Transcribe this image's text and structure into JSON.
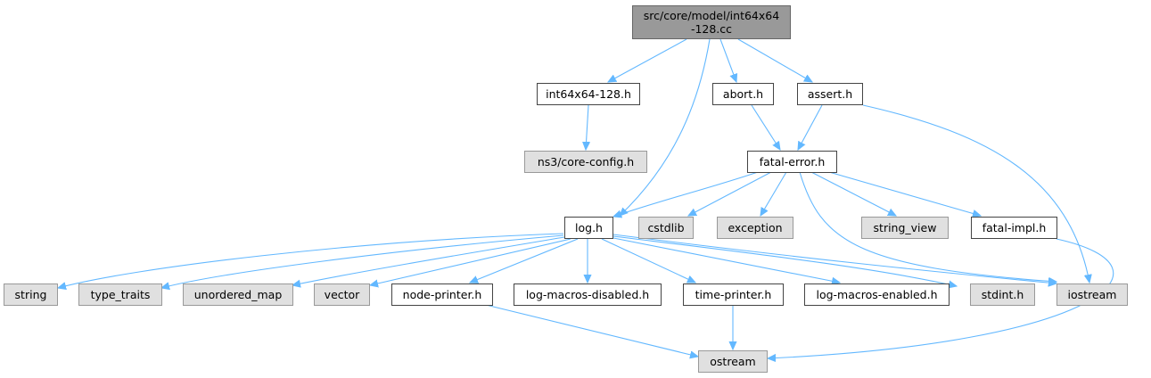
{
  "graph": {
    "root": "src/core/model/int64x64\n-128.cc",
    "nodes": {
      "root": "src/core/model/int64x64\n-128.cc",
      "int64x64_128_h": "int64x64-128.h",
      "abort_h": "abort.h",
      "assert_h": "assert.h",
      "ns3_core_config_h": "ns3/core-config.h",
      "fatal_error_h": "fatal-error.h",
      "log_h": "log.h",
      "cstdlib": "cstdlib",
      "exception": "exception",
      "string_view": "string_view",
      "fatal_impl_h": "fatal-impl.h",
      "string": "string",
      "type_traits": "type_traits",
      "unordered_map": "unordered_map",
      "vector": "vector",
      "node_printer_h": "node-printer.h",
      "log_macros_disabled_h": "log-macros-disabled.h",
      "time_printer_h": "time-printer.h",
      "log_macros_enabled_h": "log-macros-enabled.h",
      "stdint_h": "stdint.h",
      "iostream": "iostream",
      "ostream": "ostream"
    },
    "colors": {
      "edge": "#63b8ff",
      "root_fill": "#999999",
      "local_fill": "#ffffff",
      "system_fill": "#e0e0e0"
    }
  }
}
